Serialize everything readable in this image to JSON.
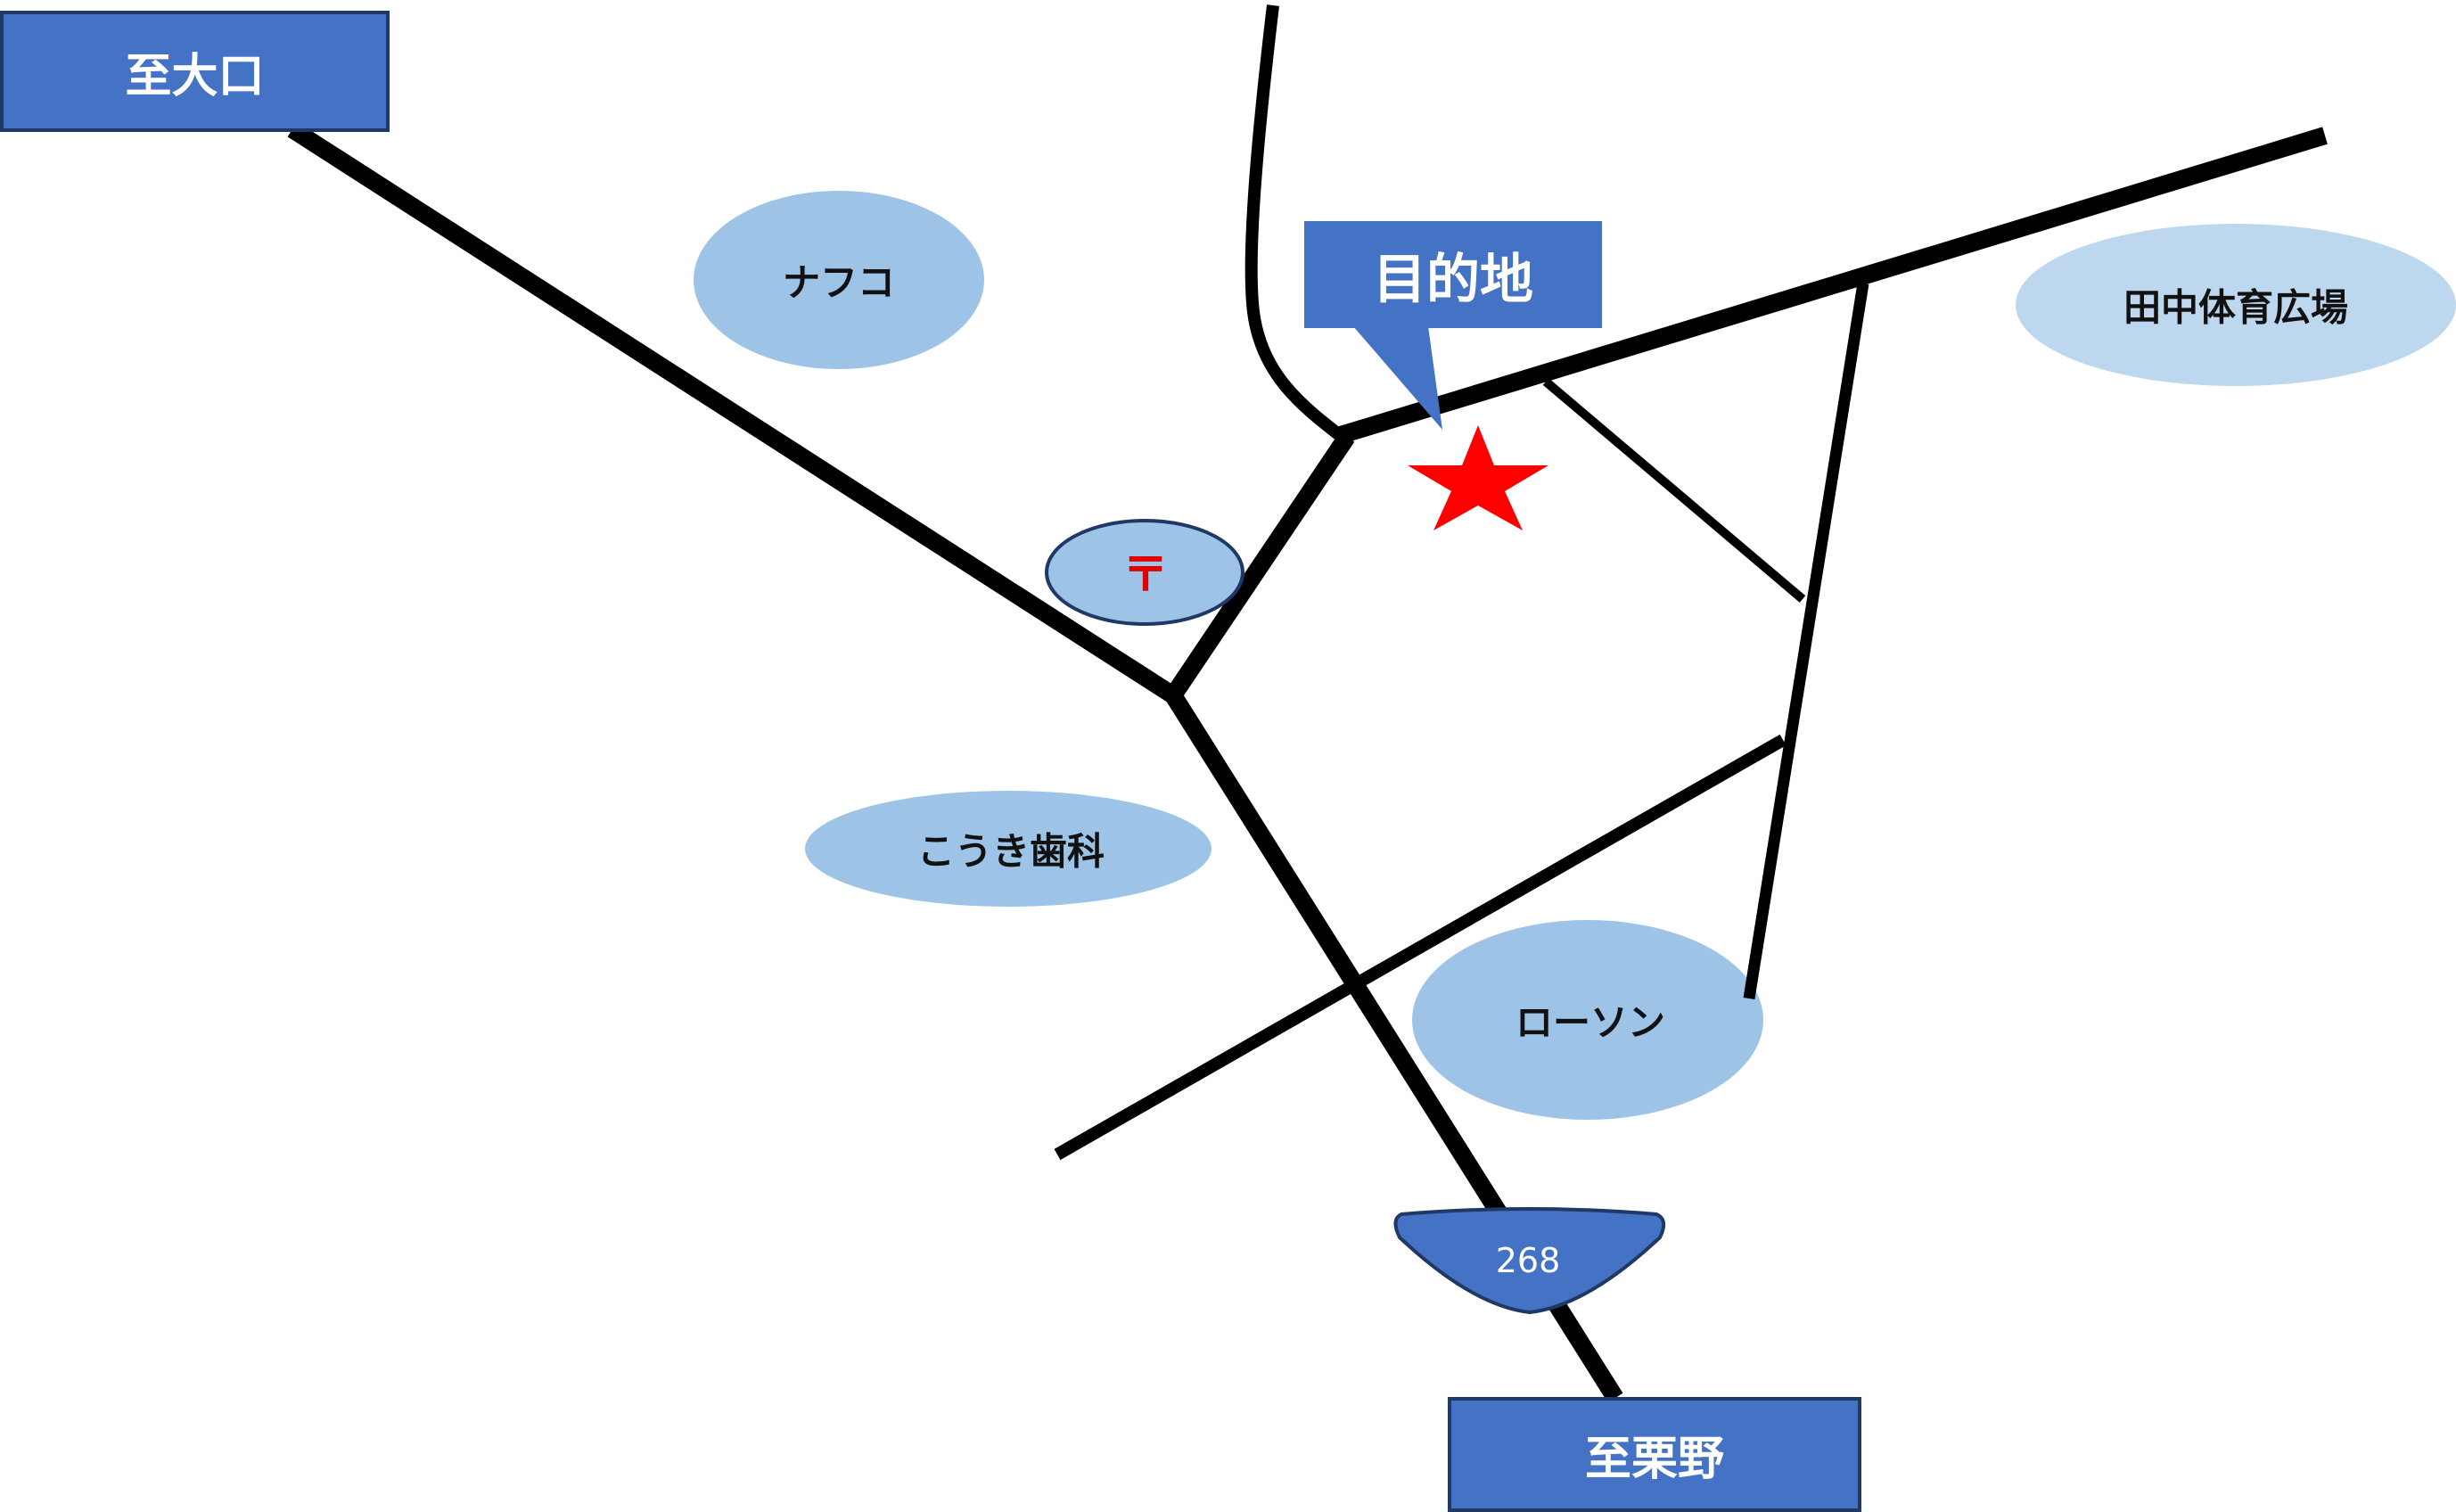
{
  "map": {
    "signs": {
      "north_west": "至大口",
      "south": "至栗野"
    },
    "destination": "目的地",
    "landmarks": {
      "nafuko": "ナフコ",
      "koki_dental": "こうき歯科",
      "lawson": "ローソン",
      "tanaka_field": "田中体育広場"
    },
    "post_office_symbol": "〒",
    "route_number": "268",
    "colors": {
      "road": "#000000",
      "sign_fill": "#4472c4",
      "sign_border": "#1f3864",
      "landmark_fill": "#9dc3e6",
      "landmark_fill_light": "#bdd7ee",
      "star": "#ff0000"
    },
    "icons": {
      "destination_marker": "star-icon",
      "post_office": "post-office-icon",
      "route_shield": "route-shield-icon"
    }
  }
}
